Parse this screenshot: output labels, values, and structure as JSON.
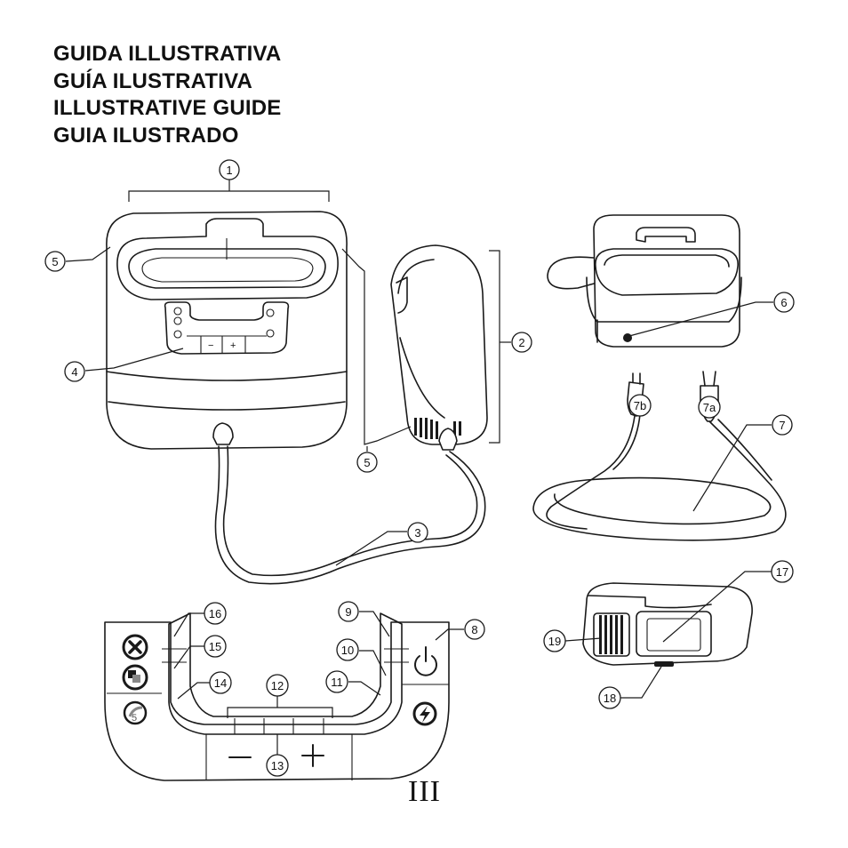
{
  "headings": [
    "GUIDA ILLUSTRATIVA",
    "GUÍA ILUSTRATIVA",
    "ILLUSTRATIVE GUIDE",
    "GUIA ILUSTRADO"
  ],
  "page_number": "III",
  "callouts": [
    "1",
    "2",
    "3",
    "4",
    "5",
    "5",
    "6",
    "7",
    "7a",
    "7b",
    "8",
    "9",
    "10",
    "11",
    "12",
    "13",
    "14",
    "15",
    "16",
    "17",
    "18",
    "19"
  ],
  "panel_keys": {
    "minus": "−",
    "plus": "+"
  },
  "icons": [
    "close-icon",
    "filter-icon",
    "cycle-icon",
    "power-icon",
    "lightning-icon"
  ]
}
